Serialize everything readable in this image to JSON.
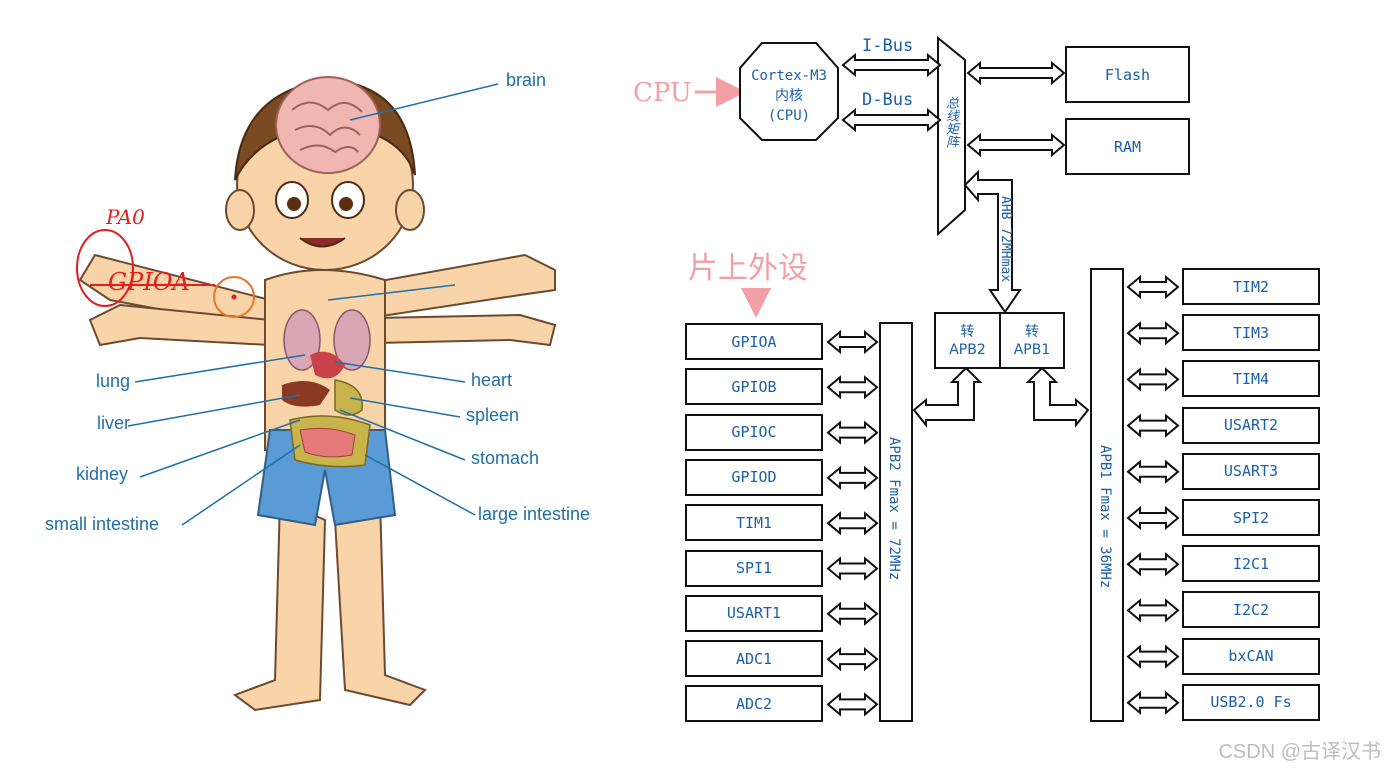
{
  "left": {
    "labels": {
      "brain": "brain",
      "lung": "lung",
      "heart": "heart",
      "liver": "liver",
      "spleen": "spleen",
      "kidney": "kidney",
      "stomach": "stomach",
      "small_intestine": "small intestine",
      "large_intestine": "large intestine"
    },
    "handwriting": {
      "pa0": "PA0",
      "gpioa": "GPIOA"
    }
  },
  "right": {
    "cpu_annotation": "CPU",
    "peripheral_annotation": "片上外设",
    "core": {
      "line1": "Cortex-M3",
      "line2": "内核",
      "line3": "(CPU)"
    },
    "ibus": "I-Bus",
    "dbus": "D-Bus",
    "matrix": "总线矩阵",
    "flash": "Flash",
    "ram": "RAM",
    "ahb": "AHB 72MHmax",
    "bridge_apb2": {
      "line1": "转",
      "line2": "APB2"
    },
    "bridge_apb1": {
      "line1": "转",
      "line2": "APB1"
    },
    "apb2_bus": "APB2 Fmax = 72MHz",
    "apb1_bus": "APB1 Fmax = 36MHz",
    "apb2_peripherals": [
      "GPIOA",
      "GPIOB",
      "GPIOC",
      "GPIOD",
      "TIM1",
      "SPI1",
      "USART1",
      "ADC1",
      "ADC2"
    ],
    "apb1_peripherals": [
      "TIM2",
      "TIM3",
      "TIM4",
      "USART2",
      "USART3",
      "SPI2",
      "I2C1",
      "I2C2",
      "bxCAN",
      "USB2.0 Fs"
    ]
  },
  "watermark": "CSDN @古译汉书"
}
